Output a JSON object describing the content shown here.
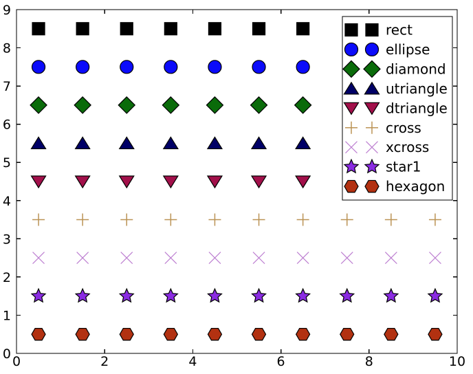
{
  "chart_data": {
    "type": "scatter",
    "title": "",
    "xlabel": "",
    "ylabel": "",
    "xlim": [
      0,
      10
    ],
    "ylim": [
      0,
      9
    ],
    "x_ticks": [
      0,
      2,
      4,
      6,
      8,
      10
    ],
    "y_ticks": [
      0,
      1,
      2,
      3,
      4,
      5,
      6,
      7,
      8,
      9
    ],
    "grid": false,
    "background": "#ffffff",
    "axis_color": "#000000",
    "legend": {
      "position": "upper right",
      "numpoints": 2,
      "entries": [
        "rect",
        "ellipse",
        "diamond",
        "utriangle",
        "dtriangle",
        "cross",
        "xcross",
        "star1",
        "hexagon"
      ]
    },
    "series": [
      {
        "label": "rect",
        "marker": "rect",
        "y": 8.5,
        "fill": "#000000",
        "edge": "#000000",
        "x": [
          0.5,
          1.5,
          2.5,
          3.5,
          4.5,
          5.5,
          6.5
        ]
      },
      {
        "label": "ellipse",
        "marker": "ellipse",
        "y": 7.5,
        "fill": "#0b0bfa",
        "edge": "#000000",
        "x": [
          0.5,
          1.5,
          2.5,
          3.5,
          4.5,
          5.5,
          6.5
        ]
      },
      {
        "label": "diamond",
        "marker": "diamond",
        "y": 6.5,
        "fill": "#0a6b0a",
        "edge": "#000000",
        "x": [
          0.5,
          1.5,
          2.5,
          3.5,
          4.5,
          5.5,
          6.5
        ]
      },
      {
        "label": "utriangle",
        "marker": "utriangle",
        "y": 5.5,
        "fill": "#000066",
        "edge": "#000000",
        "x": [
          0.5,
          1.5,
          2.5,
          3.5,
          4.5,
          5.5,
          6.5
        ]
      },
      {
        "label": "dtriangle",
        "marker": "dtriangle",
        "y": 4.5,
        "fill": "#a2104a",
        "edge": "#000000",
        "x": [
          0.5,
          1.5,
          2.5,
          3.5,
          4.5,
          5.5,
          6.5
        ]
      },
      {
        "label": "cross",
        "marker": "cross",
        "y": 3.5,
        "fill": "none",
        "edge": "#bb9355",
        "x": [
          0.5,
          1.5,
          2.5,
          3.5,
          4.5,
          5.5,
          6.5,
          7.5,
          8.5,
          9.5
        ]
      },
      {
        "label": "xcross",
        "marker": "xcross",
        "y": 2.5,
        "fill": "none",
        "edge": "#bd7fd1",
        "x": [
          0.5,
          1.5,
          2.5,
          3.5,
          4.5,
          5.5,
          6.5,
          7.5,
          8.5,
          9.5
        ]
      },
      {
        "label": "star1",
        "marker": "star1",
        "y": 1.5,
        "fill": "#8a2be2",
        "edge": "#000000",
        "x": [
          0.5,
          1.5,
          2.5,
          3.5,
          4.5,
          5.5,
          6.5,
          7.5,
          8.5,
          9.5
        ]
      },
      {
        "label": "hexagon",
        "marker": "hexagon",
        "y": 0.5,
        "fill": "#b23111",
        "edge": "#000000",
        "x": [
          0.5,
          1.5,
          2.5,
          3.5,
          4.5,
          5.5,
          6.5,
          7.5,
          8.5,
          9.5
        ]
      }
    ]
  }
}
